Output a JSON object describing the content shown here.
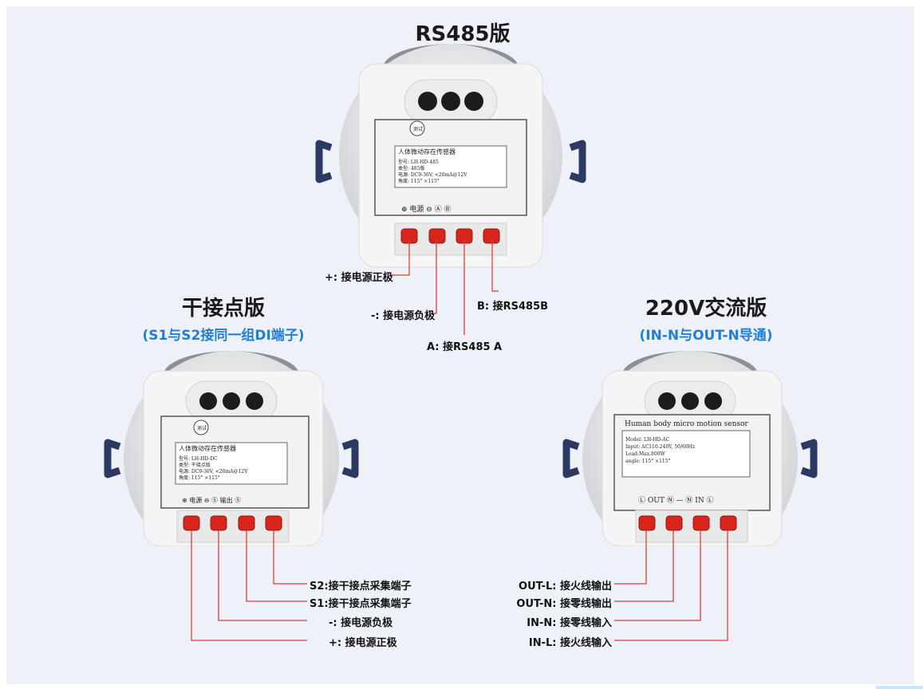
{
  "colors": {
    "background": "#eef1f8",
    "title": "#1a1a1a",
    "subtitle_blue": "#1f7fd8",
    "wire_red": "#e03c3c",
    "terminal_red": "#d9241c",
    "housing": "#f4f4f4",
    "clip_blue": "#2a3a63"
  },
  "sections": {
    "rs485": {
      "title": "RS485版",
      "plate": {
        "heading": "人体微动存在传感器",
        "lines": [
          "型号: LH-HD-485",
          "类型: 485版",
          "电源: DC9-36V, <20mA@12V",
          "角度: 115° ×115°"
        ],
        "bottom": "⊕ 电源 ⊖  Ⓐ  Ⓑ",
        "test_button": "测试"
      },
      "labels": {
        "plus": "+: 接电源正极",
        "minus": "-: 接电源负极",
        "a": "A: 接RS485 A",
        "b": "B: 接RS485B"
      }
    },
    "dry": {
      "title": "干接点版",
      "subtitle": "(S1与S2接同一组DI端子)",
      "plate": {
        "heading": "人体微动存在传感器",
        "lines": [
          "型号: LH-HD-DC",
          "类型: 干接点版",
          "电源: DC9-36V, <20mA@12V",
          "角度: 115° ×115°"
        ],
        "bottom": "⊕ 电源 ⊖   Ⓢ 输出 Ⓢ",
        "test_button": "测试"
      },
      "labels": {
        "s2": "S2:接干接点采集端子",
        "s1": "S1:接干接点采集端子",
        "minus": "-: 接电源负极",
        "plus": "+: 接电源正极"
      }
    },
    "ac220": {
      "title": "220V交流版",
      "subtitle": "(IN-N与OUT-N导通)",
      "plate": {
        "heading": "Human body micro motion sensor",
        "lines": [
          "Model: LH-HD-AC",
          "Input: AC110-240V, 50/60Hz",
          "Load:Max.800W",
          "angle: 115° ×115°"
        ],
        "bottom": "Ⓛ OUT Ⓝ — Ⓝ IN Ⓛ"
      },
      "labels": {
        "out_l": "OUT-L: 接火线输出",
        "out_n": "OUT-N: 接零线输出",
        "in_n": "IN-N: 接零线输入",
        "in_l": "IN-L: 接火线输入"
      }
    }
  }
}
